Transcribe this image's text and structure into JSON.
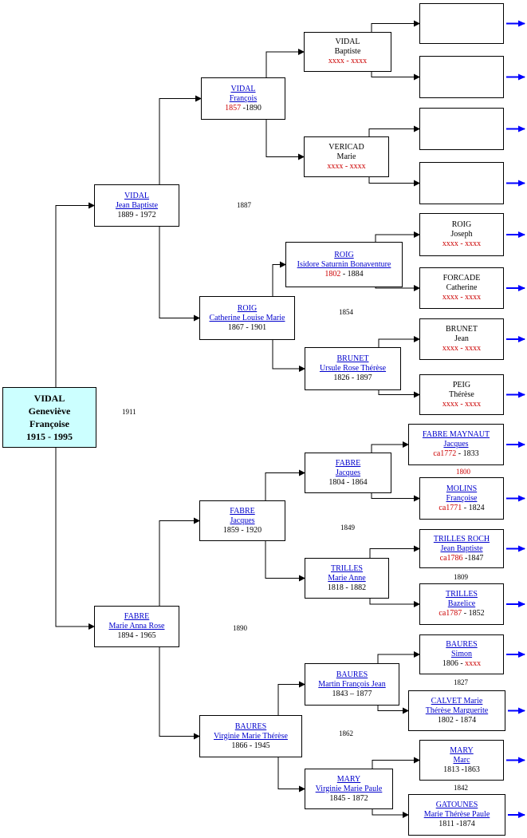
{
  "persons": [
    {
      "id": "p1",
      "line1": "VIDAL",
      "line2": "Geneviève",
      "line3": "Françoise",
      "dates": [
        {
          "t": "1915 - 1995",
          "c": "black"
        }
      ],
      "link": false
    },
    {
      "id": "p2",
      "line1": "VIDAL",
      "line2": "Jean Baptiste",
      "dates": [
        {
          "t": "1889 - 1972",
          "c": "black"
        }
      ],
      "link": true
    },
    {
      "id": "p3",
      "line1": "FABRE",
      "line2": "Marie Anna Rose",
      "dates": [
        {
          "t": "1894 - 1965",
          "c": "black"
        }
      ],
      "link": true
    },
    {
      "id": "p4",
      "line1": "VIDAL",
      "line2": "François",
      "dates": [
        {
          "t": "1857",
          "c": "red"
        },
        {
          "t": " -1890",
          "c": "black"
        }
      ],
      "link": true
    },
    {
      "id": "p5",
      "line1": "ROIG",
      "line2": "Catherine Louise Marie",
      "dates": [
        {
          "t": "1867 - 1901",
          "c": "black"
        }
      ],
      "link": true
    },
    {
      "id": "p6",
      "line1": "FABRE",
      "line2": "Jacques",
      "dates": [
        {
          "t": "1859 - 1920",
          "c": "black"
        }
      ],
      "link": true
    },
    {
      "id": "p7",
      "line1": "BAURES",
      "line2": "Virginie Marie Thérèse",
      "dates": [
        {
          "t": "1866 - 1945",
          "c": "black"
        }
      ],
      "link": true
    },
    {
      "id": "p8",
      "line1": "VIDAL",
      "line2": "Baptiste",
      "dates": [
        {
          "t": "xxxx - xxxx",
          "c": "red"
        }
      ],
      "link": false
    },
    {
      "id": "p9",
      "line1": "VERICAD",
      "line2": "Marie",
      "dates": [
        {
          "t": "xxxx - xxxx",
          "c": "red"
        }
      ],
      "link": false
    },
    {
      "id": "p10",
      "line1": "ROIG",
      "line2": "Isidore Saturnin Bonaventure",
      "dates": [
        {
          "t": "1802",
          "c": "red"
        },
        {
          "t": " - 1884",
          "c": "black"
        }
      ],
      "link": true
    },
    {
      "id": "p11",
      "line1": "BRUNET",
      "line2": "Ursule Rose Thérèse",
      "dates": [
        {
          "t": "1826 - 1897",
          "c": "black"
        }
      ],
      "link": true
    },
    {
      "id": "p12",
      "line1": "FABRE",
      "line2": "Jacques",
      "dates": [
        {
          "t": "1804 - 1864",
          "c": "black"
        }
      ],
      "link": true
    },
    {
      "id": "p13",
      "line1": "TRILLES",
      "line2": "Marie Anne",
      "dates": [
        {
          "t": "1818 - 1882",
          "c": "black"
        }
      ],
      "link": true
    },
    {
      "id": "p14",
      "line1": "BAURES",
      "line2": "Martin François Jean",
      "dates": [
        {
          "t": "1843 – 1877",
          "c": "black"
        }
      ],
      "link": true
    },
    {
      "id": "p15",
      "line1": "MARY",
      "line2": "Virginie Marie Paule",
      "dates": [
        {
          "t": "1845 - 1872",
          "c": "black"
        }
      ],
      "link": true
    },
    {
      "id": "p16",
      "line1": "",
      "line2": "",
      "dates": [],
      "link": false
    },
    {
      "id": "p17",
      "line1": "",
      "line2": "",
      "dates": [],
      "link": false
    },
    {
      "id": "p18",
      "line1": "",
      "line2": "",
      "dates": [],
      "link": false
    },
    {
      "id": "p19",
      "line1": "",
      "line2": "",
      "dates": [],
      "link": false
    },
    {
      "id": "p20",
      "line1": "ROIG",
      "line2": "Joseph",
      "dates": [
        {
          "t": "xxxx - xxxx",
          "c": "red"
        }
      ],
      "link": false
    },
    {
      "id": "p21",
      "line1": "FORCADE",
      "line2": "Catherine",
      "dates": [
        {
          "t": "xxxx - xxxx",
          "c": "red"
        }
      ],
      "link": false
    },
    {
      "id": "p22",
      "line1": "BRUNET",
      "line2": "Jean",
      "dates": [
        {
          "t": "xxxx - xxxx",
          "c": "red"
        }
      ],
      "link": false
    },
    {
      "id": "p23",
      "line1": "PEIG",
      "line2": "Thérèse",
      "dates": [
        {
          "t": "xxxx - xxxx",
          "c": "red"
        }
      ],
      "link": false
    },
    {
      "id": "p24",
      "line1": "FABRE MAYNAUT",
      "line2": "Jacques",
      "dates": [
        {
          "t": "ca1772",
          "c": "red"
        },
        {
          "t": " - 1833",
          "c": "black"
        }
      ],
      "link": true
    },
    {
      "id": "p25",
      "line1": "MOLINS",
      "line2": "Françoise",
      "dates": [
        {
          "t": "ca1771",
          "c": "red"
        },
        {
          "t": " - 1824",
          "c": "black"
        }
      ],
      "link": true
    },
    {
      "id": "p26",
      "line1": "TRILLES ROCH",
      "line2": "Jean Baptiste",
      "dates": [
        {
          "t": "ca1786",
          "c": "red"
        },
        {
          "t": " -1847",
          "c": "black"
        }
      ],
      "link": true
    },
    {
      "id": "p27",
      "line1": "TRILLES",
      "line2": "Bazelice",
      "dates": [
        {
          "t": "ca1787",
          "c": "red"
        },
        {
          "t": " - 1852",
          "c": "black"
        }
      ],
      "link": true
    },
    {
      "id": "p28",
      "line1": "BAURES",
      "line2": "Simon",
      "dates": [
        {
          "t": "1806 - ",
          "c": "black"
        },
        {
          "t": "xxxx",
          "c": "red"
        }
      ],
      "link": true
    },
    {
      "id": "p29",
      "line1": "CALVET Marie",
      "line2": "Thérèse Marguerite",
      "dates": [
        {
          "t": "1802 - 1874",
          "c": "black"
        }
      ],
      "link": true
    },
    {
      "id": "p30",
      "line1": "MARY",
      "line2": "Marc",
      "dates": [
        {
          "t": "1813 -1863",
          "c": "black"
        }
      ],
      "link": true
    },
    {
      "id": "p31",
      "line1": "GATOUNES",
      "line2": "Marie Thérèse Paule",
      "dates": [
        {
          "t": "1811 -1874",
          "c": "black"
        }
      ],
      "link": true
    }
  ],
  "marriages": [
    {
      "id": "m1",
      "text": "1911",
      "c": "black"
    },
    {
      "id": "m2",
      "text": "1887",
      "c": "black"
    },
    {
      "id": "m3",
      "text": "1890",
      "c": "black"
    },
    {
      "id": "m4",
      "text": "1854",
      "c": "black"
    },
    {
      "id": "m5",
      "text": "1849",
      "c": "black"
    },
    {
      "id": "m6",
      "text": "1862",
      "c": "black"
    },
    {
      "id": "m7",
      "text": "1800",
      "c": "red"
    },
    {
      "id": "m8",
      "text": "1809",
      "c": "black"
    },
    {
      "id": "m9",
      "text": "1827",
      "c": "black"
    },
    {
      "id": "m10",
      "text": "1842",
      "c": "black"
    }
  ],
  "colors": {
    "link": "#0000cc",
    "red": "#cc0000",
    "root_fill": "#ccffff",
    "more_arrow": "#0000ff"
  },
  "icons": {
    "more_arrow": "blue-right-arrow-icon",
    "connector_arrow": "black-arrowhead-icon"
  }
}
